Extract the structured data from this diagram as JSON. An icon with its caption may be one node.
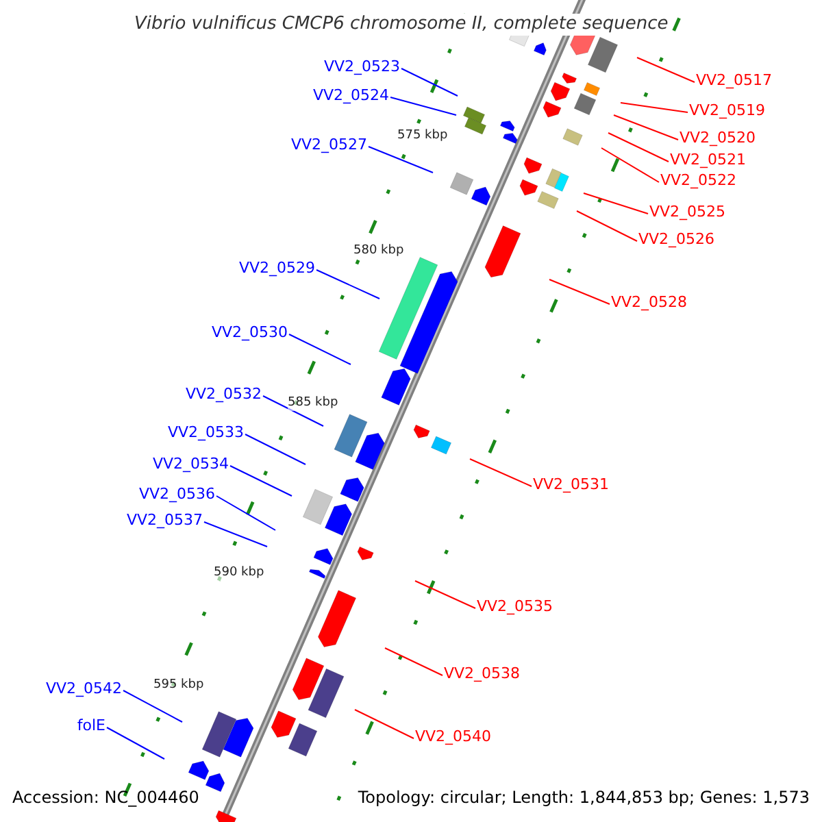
{
  "diagram": {
    "title": "Vibrio vulnificus CMCP6 chromosome II, complete sequence",
    "nodes": [
      {
        "text": [
          "VV2_0523"
        ]
      },
      {
        "text": [
          "VV2_0517"
        ]
      },
      {
        "text": [
          "VV2_0524"
        ]
      },
      {
        "text": [
          "VV2_0519"
        ]
      },
      {
        "text": [
          "VV2_0520"
        ]
      },
      {
        "text": [
          "VV2_0527"
        ]
      },
      {
        "text": [
          "VV2_0521"
        ]
      },
      {
        "text": [
          "VV2_0522"
        ]
      },
      {
        "text": [
          "VV2_0525"
        ]
      },
      {
        "text": [
          "VV2_0526"
        ]
      },
      {
        "text": [
          "VV2_0529"
        ]
      },
      {
        "text": [
          "VV2_0528"
        ]
      },
      {
        "text": [
          "VV2_0530"
        ]
      },
      {
        "text": [
          "VV2_0532"
        ]
      },
      {
        "text": [
          "VV2_0533"
        ]
      },
      {
        "text": [
          "VV2_0534"
        ]
      },
      {
        "text": [
          "VV2_0531"
        ]
      },
      {
        "text": [
          "VV2_0536"
        ]
      },
      {
        "text": [
          "VV2_0537"
        ]
      },
      {
        "text": [
          "VV2_0535"
        ]
      },
      {
        "text": [
          "VV2_0538"
        ]
      },
      {
        "text": [
          "VV2_0542"
        ]
      },
      {
        "text": [
          "folE"
        ]
      },
      {
        "text": [
          "VV2_0540"
        ]
      }
    ],
    "edges": [
      {
        "from": 0,
        "to": null,
        "arrow": "none",
        "color": "#0000ff"
      },
      {
        "from": 1,
        "to": null,
        "arrow": "none",
        "color": "#ff0000"
      },
      {
        "from": 2,
        "to": null,
        "arrow": "none",
        "color": "#0000ff"
      },
      {
        "from": 3,
        "to": null,
        "arrow": "none",
        "color": "#ff0000"
      },
      {
        "from": 4,
        "to": null,
        "arrow": "none",
        "color": "#ff0000"
      },
      {
        "from": 5,
        "to": null,
        "arrow": "none",
        "color": "#0000ff"
      },
      {
        "from": 6,
        "to": null,
        "arrow": "none",
        "color": "#ff0000"
      },
      {
        "from": 7,
        "to": null,
        "arrow": "none",
        "color": "#ff0000"
      },
      {
        "from": 8,
        "to": null,
        "arrow": "none",
        "color": "#ff0000"
      },
      {
        "from": 9,
        "to": null,
        "arrow": "none",
        "color": "#ff0000"
      },
      {
        "from": 10,
        "to": null,
        "arrow": "none",
        "color": "#0000ff"
      },
      {
        "from": 11,
        "to": null,
        "arrow": "none",
        "color": "#ff0000"
      },
      {
        "from": 12,
        "to": null,
        "arrow": "none",
        "color": "#0000ff"
      },
      {
        "from": 13,
        "to": null,
        "arrow": "none",
        "color": "#0000ff"
      },
      {
        "from": 14,
        "to": null,
        "arrow": "none",
        "color": "#0000ff"
      },
      {
        "from": 15,
        "to": null,
        "arrow": "none",
        "color": "#0000ff"
      },
      {
        "from": 16,
        "to": null,
        "arrow": "none",
        "color": "#ff0000"
      },
      {
        "from": 17,
        "to": null,
        "arrow": "none",
        "color": "#0000ff"
      },
      {
        "from": 18,
        "to": null,
        "arrow": "none",
        "color": "#0000ff"
      },
      {
        "from": 19,
        "to": null,
        "arrow": "none",
        "color": "#ff0000"
      },
      {
        "from": 20,
        "to": null,
        "arrow": "none",
        "color": "#ff0000"
      },
      {
        "from": 21,
        "to": null,
        "arrow": "none",
        "color": "#0000ff"
      },
      {
        "from": 22,
        "to": null,
        "arrow": "none",
        "color": "#0000ff"
      },
      {
        "from": 23,
        "to": null,
        "arrow": "none",
        "color": "#ff0000"
      }
    ],
    "labels": [
      "575 kbp",
      "580 kbp",
      "585 kbp",
      "590 kbp",
      "595 kbp",
      "Accession: NC_004460",
      "Topology: circular; Length: 1,844,853 bp; Genes: 1,573"
    ]
  }
}
